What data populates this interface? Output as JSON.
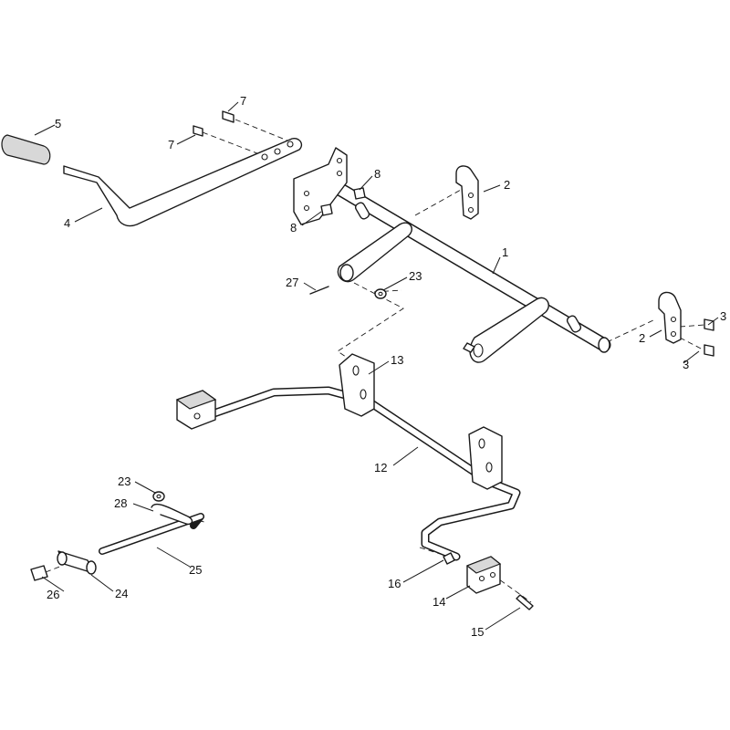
{
  "diagram": {
    "callouts": [
      {
        "label": "1"
      },
      {
        "label": "2"
      },
      {
        "label": "2"
      },
      {
        "label": "3"
      },
      {
        "label": "3"
      },
      {
        "label": "4"
      },
      {
        "label": "5"
      },
      {
        "label": "7"
      },
      {
        "label": "7"
      },
      {
        "label": "8"
      },
      {
        "label": "8"
      },
      {
        "label": "12"
      },
      {
        "label": "13"
      },
      {
        "label": "14"
      },
      {
        "label": "15"
      },
      {
        "label": "16"
      },
      {
        "label": "23"
      },
      {
        "label": "23"
      },
      {
        "label": "24"
      },
      {
        "label": "25"
      },
      {
        "label": "26"
      },
      {
        "label": "27"
      },
      {
        "label": "28"
      }
    ]
  }
}
